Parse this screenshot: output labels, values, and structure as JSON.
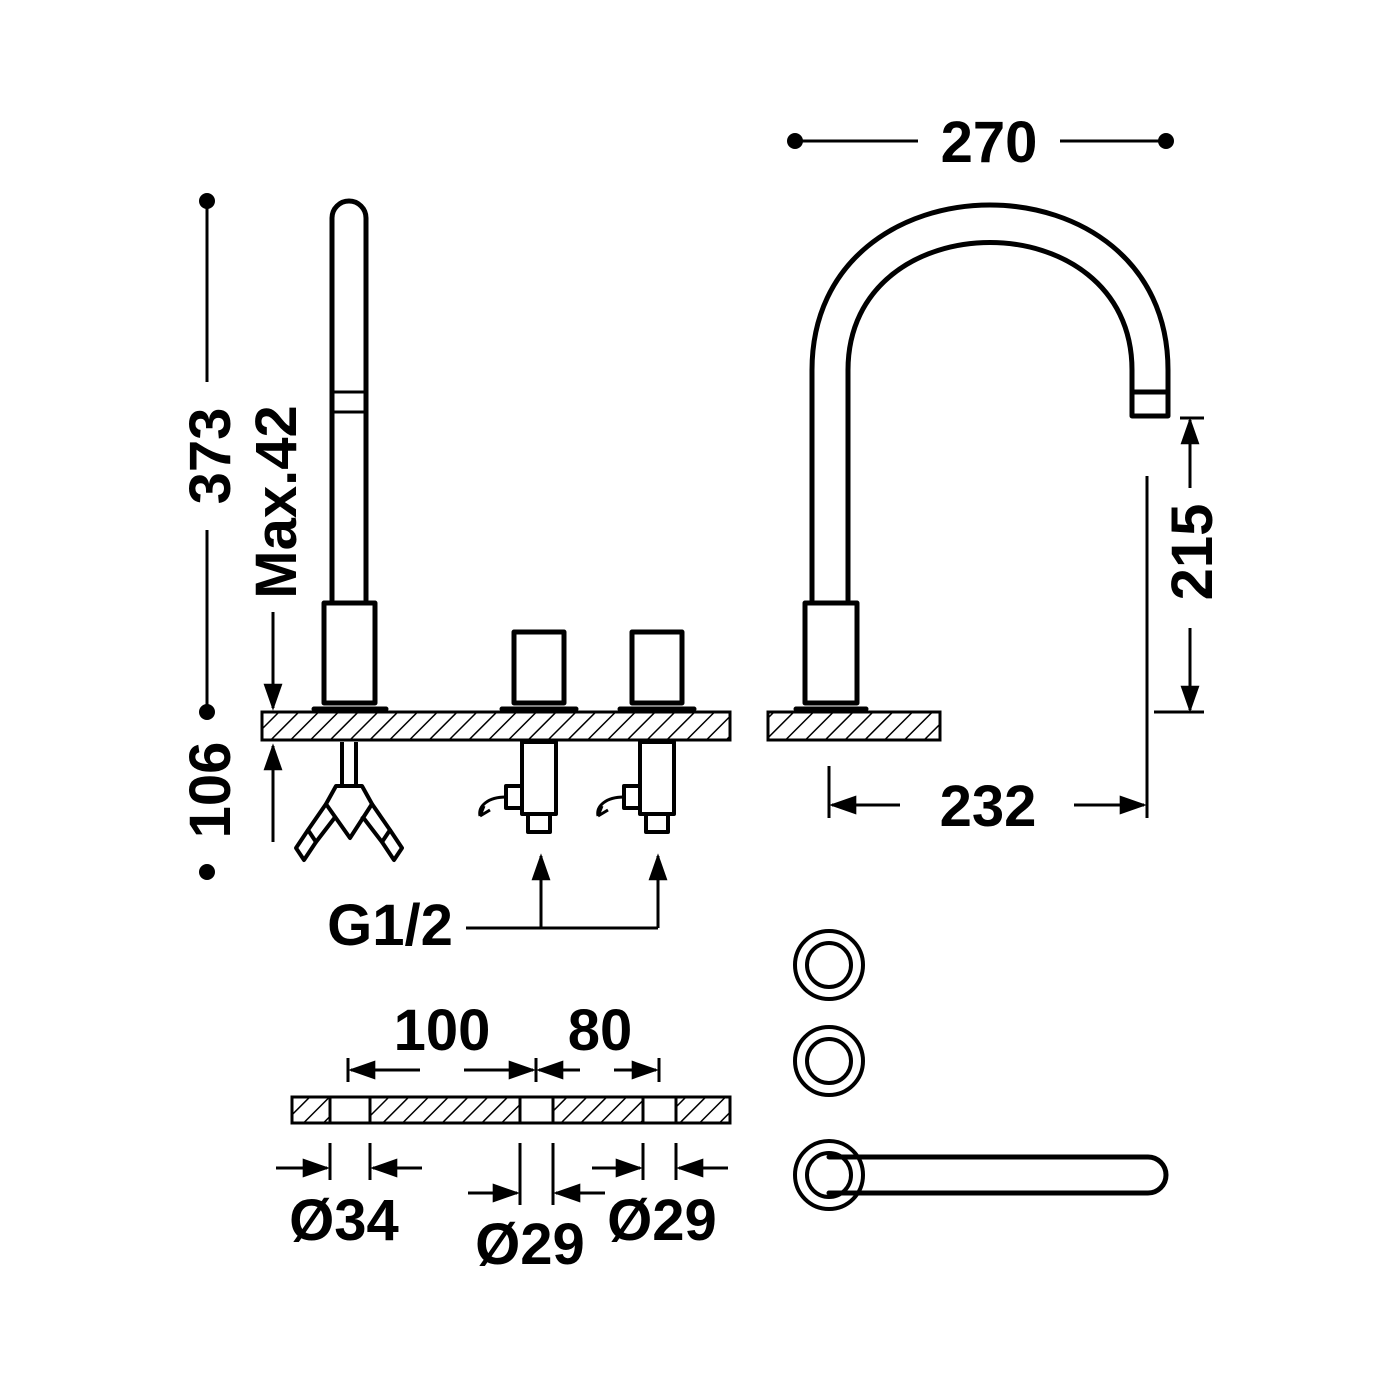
{
  "dimensions": {
    "spout_reach": "270",
    "total_height": "373",
    "max_deck": "Max.42",
    "below_deck": "106",
    "spout_height": "215",
    "spout_offset": "232",
    "connection": "G1/2",
    "spacing_left": "100",
    "spacing_right": "80",
    "hole_left": "Ø34",
    "hole_mid": "Ø29",
    "hole_right": "Ø29"
  }
}
